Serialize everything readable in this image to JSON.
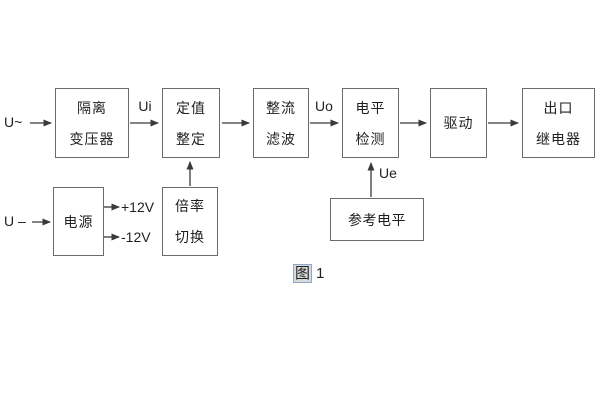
{
  "diagram": {
    "inputs": {
      "ac_label": "U~",
      "dc_label": "U –"
    },
    "signal_labels": {
      "ui": "Ui",
      "uo": "Uo",
      "ue": "Ue"
    },
    "rail_labels": {
      "positive": "+12V",
      "negative": "-12V"
    },
    "blocks": [
      {
        "id": "isolation-transformer",
        "lines": [
          "隔离",
          "变压器"
        ]
      },
      {
        "id": "setting-adjustment",
        "lines": [
          "定值",
          "整定"
        ]
      },
      {
        "id": "rectify-filter",
        "lines": [
          "整流",
          "滤波"
        ]
      },
      {
        "id": "level-detection",
        "lines": [
          "电平",
          "检测"
        ]
      },
      {
        "id": "driver",
        "lines": [
          "驱动"
        ]
      },
      {
        "id": "output-relay",
        "lines": [
          "出口",
          "继电器"
        ]
      },
      {
        "id": "power-supply",
        "lines": [
          "电源"
        ]
      },
      {
        "id": "ratio-switching",
        "lines": [
          "倍率",
          "切换"
        ]
      },
      {
        "id": "reference-level",
        "lines": [
          "参考电平"
        ]
      }
    ],
    "caption": {
      "prefix": "图",
      "number": "1"
    },
    "colors": {
      "line": "#3a3a3a",
      "box_border": "#6b6b6b",
      "text": "#1f1f1f",
      "background": "#ffffff"
    }
  }
}
